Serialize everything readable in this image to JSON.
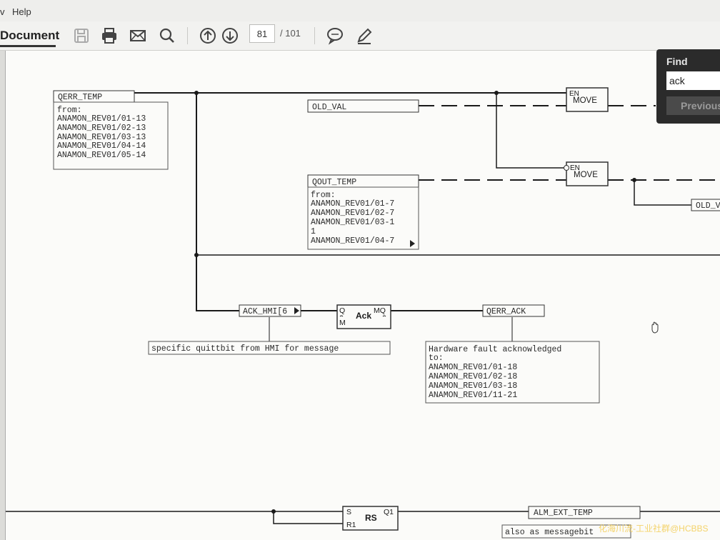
{
  "menu": {
    "view_fragment": "v",
    "help": "Help"
  },
  "toolbar": {
    "document_tab": "Document",
    "page_current": "81",
    "page_total": "/ 101",
    "icons": [
      "save-icon",
      "print-icon",
      "mail-icon",
      "search-icon",
      "arrow-up-icon",
      "arrow-down-icon",
      "comment-icon",
      "pen-icon"
    ]
  },
  "find": {
    "title": "Find",
    "query": "ack",
    "previous": "Previous"
  },
  "diagram": {
    "qerr_temp": {
      "label": "QERR_TEMP",
      "from": "from:",
      "refs": [
        "ANAMON_REV01/01-13",
        "ANAMON_REV01/02-13",
        "ANAMON_REV01/03-13",
        "ANAMON_REV01/04-14",
        "ANAMON_REV01/05-14"
      ]
    },
    "old_val": "OLD_VAL",
    "old_val_2": "OLD_V",
    "move_1": {
      "en": "EN",
      "name": "MOVE"
    },
    "move_2": {
      "en": "EN",
      "name": "MOVE"
    },
    "qout_temp": {
      "label": "QOUT_TEMP",
      "from": "from:",
      "refs": [
        "ANAMON_REV01/01-7",
        "ANAMON_REV01/02-7",
        "ANAMON_REV01/03-1",
        "1",
        "ANAMON_REV01/04-7"
      ]
    },
    "ack_hmi": {
      "label": "ACK_HMI[6",
      "comment": "specific quittbit from HMI for message"
    },
    "ack_block": {
      "name": "Ack",
      "q": "Q",
      "m": "M",
      "mq": "MQ"
    },
    "qerr_ack": {
      "label": "QERR_ACK",
      "lines": [
        "Hardware fault acknowledged",
        "to:",
        "ANAMON_REV01/01-18",
        "ANAMON_REV01/02-18",
        "ANAMON_REV01/03-18",
        "ANAMON_REV01/11-21"
      ]
    },
    "rs_block": {
      "name": "RS",
      "s": "S",
      "r1": "R1",
      "q1": "Q1"
    },
    "alm_ext_temp": {
      "label": "ALM_EXT_TEMP",
      "comment": "also as messagebit"
    }
  },
  "watermark": "化海川流-工业社群@HCBBS",
  "colors": {
    "find_bg": "#2b2b2b",
    "page_bg": "#fbfbf9",
    "line": "#1a1a1a"
  }
}
